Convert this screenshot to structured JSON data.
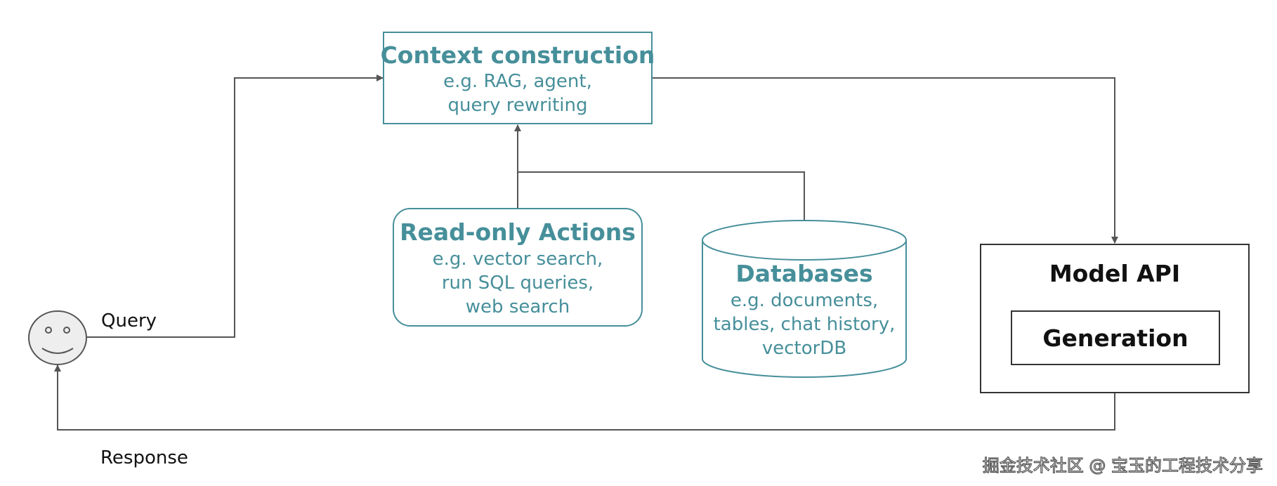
{
  "context_box": {
    "title": "Context construction",
    "line1": "e.g. RAG, agent,",
    "line2": "query rewriting"
  },
  "actions_box": {
    "title": "Read-only Actions",
    "line1": "e.g. vector search,",
    "line2": "run SQL queries,",
    "line3": "web search"
  },
  "databases": {
    "title": "Databases",
    "line1": "e.g. documents,",
    "line2": "tables, chat history,",
    "line3": "vectorDB"
  },
  "model_api": {
    "title": "Model API",
    "generation": "Generation"
  },
  "labels": {
    "query": "Query",
    "response": "Response"
  },
  "watermark": "掘金技术社区 @ 宝玉的工程技术分享",
  "colors": {
    "teal": "#468f9a",
    "line": "#555555",
    "face_fill": "#eeeeee"
  }
}
